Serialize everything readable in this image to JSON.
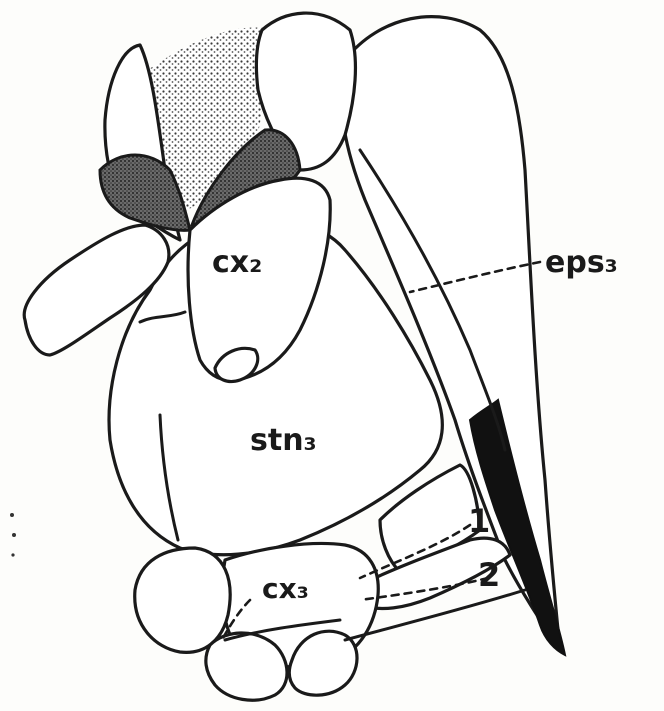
{
  "labels": {
    "eps": "eps₃",
    "cx2": "cx₂",
    "stn": "stn₃",
    "cx3": "cx₃",
    "one": "1",
    "two": "2"
  },
  "colors": {
    "ink": "#1a1a1a",
    "paper": "#fdfdfb",
    "stipple": "#555555",
    "solid": "#111111"
  }
}
